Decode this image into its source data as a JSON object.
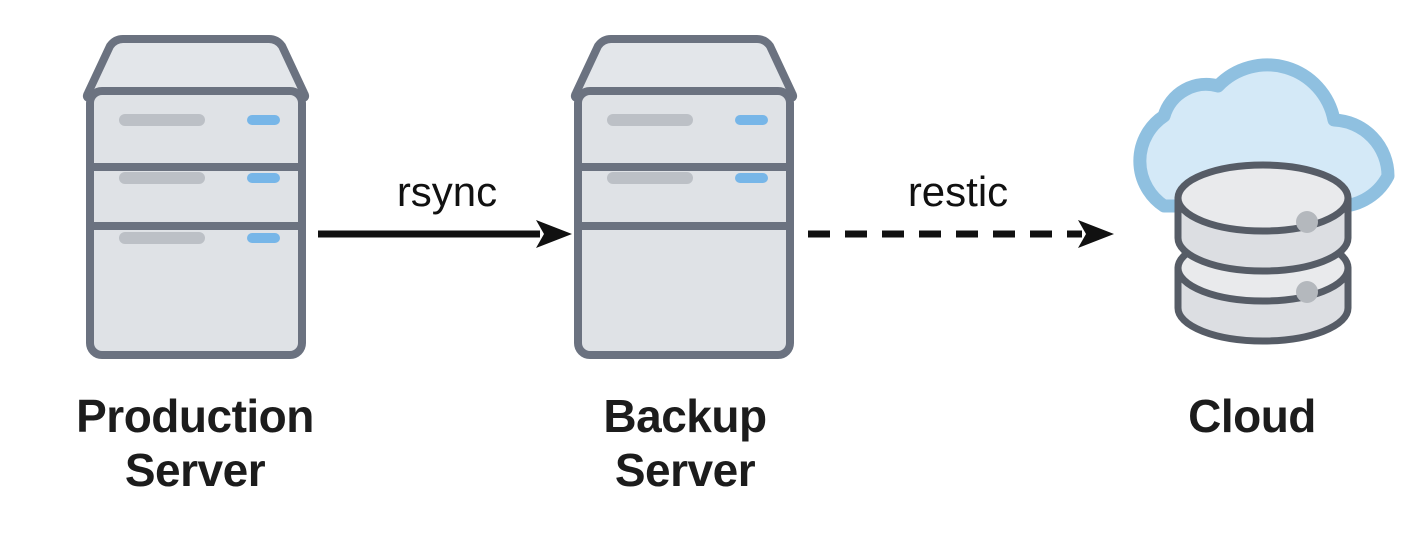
{
  "diagram": {
    "title": "Backup flow: Production Server to Backup Server to Cloud",
    "background": "#ffffff",
    "palette": {
      "server_stroke": "#6b7280",
      "server_body": "#dfe2e6",
      "server_top": "#e3e6ea",
      "server_slot": "#bcc0c6",
      "server_led": "#77b6e8",
      "cloud_fill": "#d4e9f7",
      "cloud_stroke": "#8fc0e0",
      "db_fill": "#dcdee2",
      "db_top_fill": "#e9eaec",
      "db_stroke": "#565c66",
      "db_dot": "#b4b8bd",
      "arrow": "#111111",
      "text": "#1c1c1c"
    },
    "nodes": [
      {
        "id": "production-server",
        "kind": "server",
        "label": "Production\nServer",
        "bays": 3,
        "slots": 3,
        "leds": 3
      },
      {
        "id": "backup-server",
        "kind": "server",
        "label": "Backup\nServer",
        "bays": 3,
        "slots": 2,
        "leds": 2
      },
      {
        "id": "cloud-storage",
        "kind": "cloud-database",
        "label": "Cloud",
        "database_discs": 2,
        "database_dots": 2
      }
    ],
    "edges": [
      {
        "id": "rsync-edge",
        "label": "rsync",
        "style": "solid",
        "from": "production-server",
        "to": "backup-server",
        "direction": "right"
      },
      {
        "id": "restic-edge",
        "label": "restic",
        "style": "dashed",
        "from": "backup-server",
        "to": "cloud-storage",
        "direction": "right"
      }
    ]
  }
}
